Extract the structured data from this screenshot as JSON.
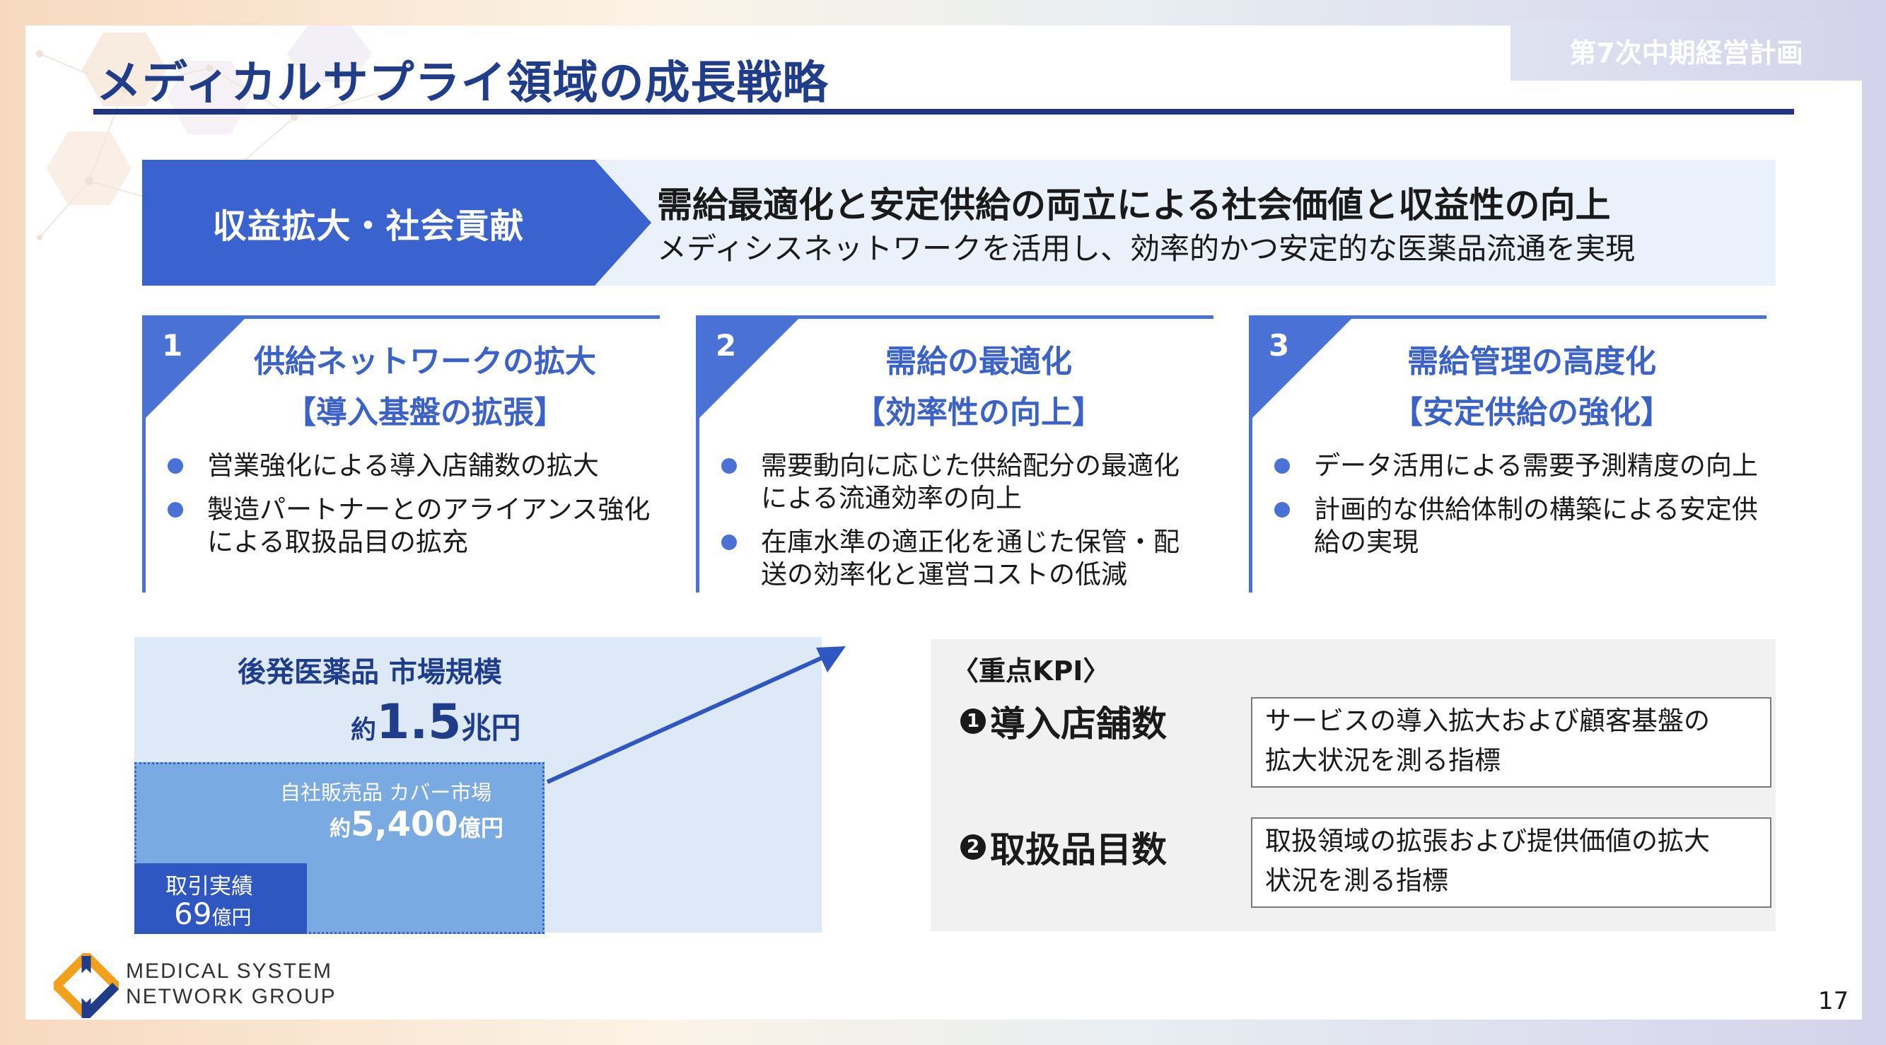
{
  "header": {
    "title": "メディカルサプライ領域の成長戦略",
    "plan_tag": "第7次中期経営計画"
  },
  "banner": {
    "label": "収益拡大・社会貢献",
    "headline": "需給最適化と安定供給の両立による社会価値と収益性の向上",
    "subline": "メディシスネットワークを活用し、効率的かつ安定的な医薬品流通を実現"
  },
  "pillars": [
    {
      "number": "1",
      "title": "供給ネットワークの拡大",
      "subtitle": "【導入基盤の拡張】",
      "bullets": [
        "営業強化による導入店舗数の拡大",
        "製造パートナーとのアライアンス強化による取扱品目の拡充"
      ]
    },
    {
      "number": "2",
      "title": "需給の最適化",
      "subtitle": "【効率性の向上】",
      "bullets": [
        "需要動向に応じた供給配分の最適化による流通効率の向上",
        "在庫水準の適正化を通じた保管・配送の効率化と運営コストの低減"
      ]
    },
    {
      "number": "3",
      "title": "需給管理の高度化",
      "subtitle": "【安定供給の強化】",
      "bullets": [
        "データ活用による需要予測精度の向上",
        "計画的な供給体制の構築による安定供給の実現"
      ]
    }
  ],
  "market": {
    "title": "後発医薬品 市場規模",
    "size_prefix": "約",
    "size_value": "1.5",
    "size_unit": "兆円",
    "cover_label": "自社販売品 カバー市場",
    "cover_prefix": "約",
    "cover_value": "5,400",
    "cover_unit": "億円",
    "deal_label": "取引実績",
    "deal_value": "69",
    "deal_unit": "億円"
  },
  "kpi": {
    "heading": "〈重点KPI〉",
    "items": [
      {
        "marker": "1",
        "name": "導入店舗数",
        "desc_line1": "サービスの導入拡大および顧客基盤の",
        "desc_line2": "拡大状況を測る指標"
      },
      {
        "marker": "2",
        "name": "取扱品目数",
        "desc_line1": "取扱領域の拡張および提供価値の拡大",
        "desc_line2": "状況を測る指標"
      }
    ]
  },
  "footer": {
    "logo_line1": "MEDICAL SYSTEM",
    "logo_line2": "NETWORK GROUP",
    "page_number": "17"
  },
  "colors": {
    "title": "#1f3d8a",
    "accent": "#4a72d6",
    "banner_arrow": "#3a63d0",
    "market_bg": "#dde9f7",
    "cover_bg": "#7aaae2",
    "deal_bg": "#2f57c2",
    "kpi_bg": "#f1f1f1"
  }
}
